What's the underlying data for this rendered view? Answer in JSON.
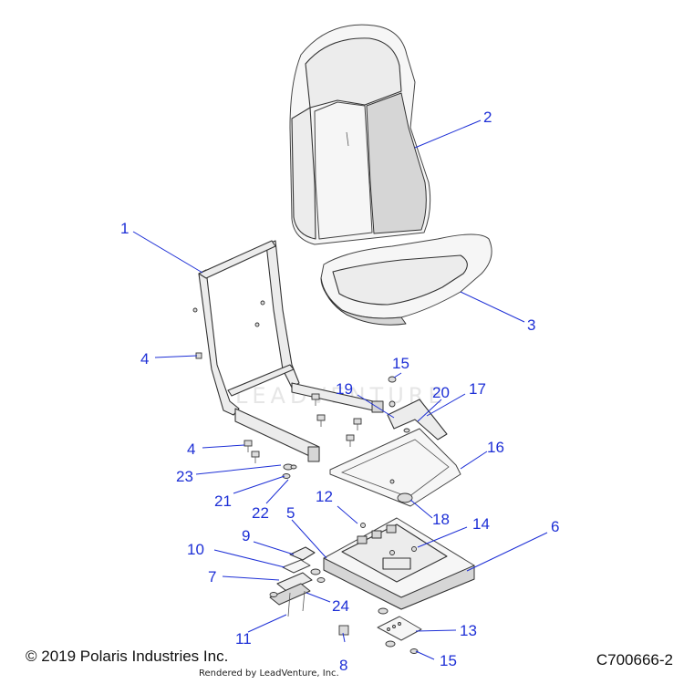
{
  "footer": {
    "copyright": "© 2019 Polaris Industries Inc.",
    "diagram_id": "C700666-2",
    "rendered_by": "Rendered by LeadVenture, Inc."
  },
  "watermark": "LEADVENTURE",
  "callouts": [
    {
      "id": "c1",
      "label": "1"
    },
    {
      "id": "c2",
      "label": "2"
    },
    {
      "id": "c3",
      "label": "3"
    },
    {
      "id": "c4a",
      "label": "4"
    },
    {
      "id": "c4b",
      "label": "4"
    },
    {
      "id": "c5",
      "label": "5"
    },
    {
      "id": "c6",
      "label": "6"
    },
    {
      "id": "c7",
      "label": "7"
    },
    {
      "id": "c8",
      "label": "8"
    },
    {
      "id": "c9",
      "label": "9"
    },
    {
      "id": "c10",
      "label": "10"
    },
    {
      "id": "c11",
      "label": "11"
    },
    {
      "id": "c12",
      "label": "12"
    },
    {
      "id": "c13",
      "label": "13"
    },
    {
      "id": "c14",
      "label": "14"
    },
    {
      "id": "c15a",
      "label": "15"
    },
    {
      "id": "c15b",
      "label": "15"
    },
    {
      "id": "c16",
      "label": "16"
    },
    {
      "id": "c17",
      "label": "17"
    },
    {
      "id": "c18",
      "label": "18"
    },
    {
      "id": "c19",
      "label": "19"
    },
    {
      "id": "c20",
      "label": "20"
    },
    {
      "id": "c21",
      "label": "21"
    },
    {
      "id": "c22",
      "label": "22"
    },
    {
      "id": "c23",
      "label": "23"
    },
    {
      "id": "c24",
      "label": "24"
    }
  ],
  "colors": {
    "callout": "#1d2fd6",
    "line": "#333333"
  }
}
